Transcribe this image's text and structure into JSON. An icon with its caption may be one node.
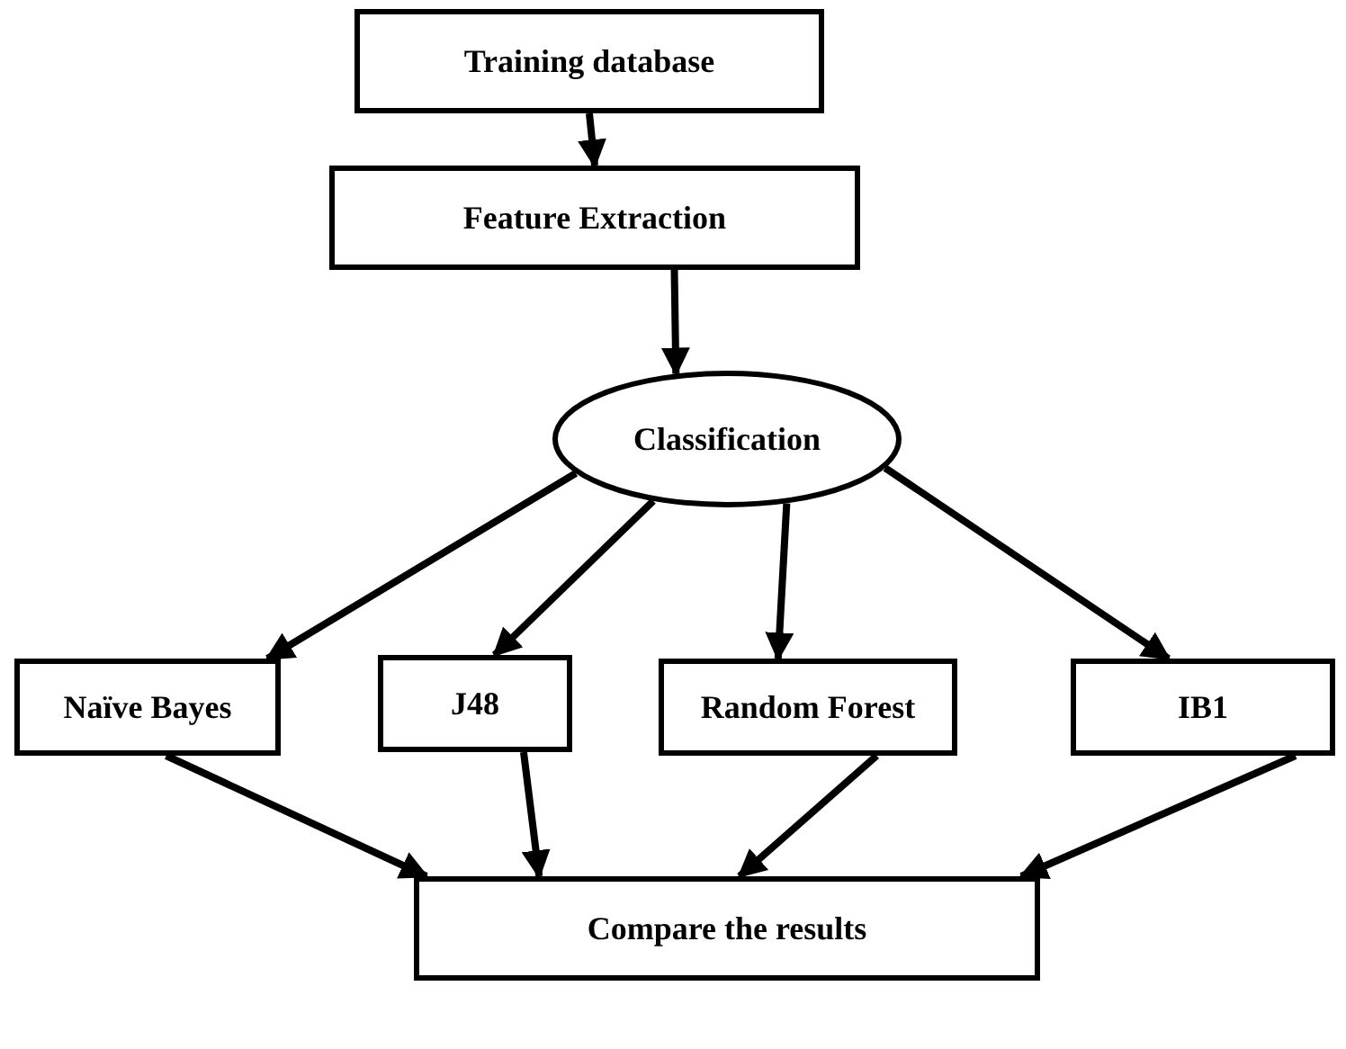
{
  "diagram": {
    "nodes": [
      {
        "text": [
          "Training database"
        ]
      },
      {
        "text": [
          "Feature Extraction"
        ]
      },
      {
        "text": [
          "Classification"
        ]
      },
      {
        "text": [
          "Naïve Bayes"
        ]
      },
      {
        "text": [
          "J48"
        ]
      },
      {
        "text": [
          "Random Forest"
        ]
      },
      {
        "text": [
          "IB1"
        ]
      },
      {
        "text": [
          "Compare the results"
        ]
      }
    ],
    "edges": [
      {
        "from": 0,
        "to": 1,
        "arrow": "to"
      },
      {
        "from": 1,
        "to": 2,
        "arrow": "to"
      },
      {
        "from": 2,
        "to": 3,
        "arrow": "to"
      },
      {
        "from": 2,
        "to": 4,
        "arrow": "to"
      },
      {
        "from": 2,
        "to": 5,
        "arrow": "to"
      },
      {
        "from": 2,
        "to": 6,
        "arrow": "to"
      },
      {
        "from": 3,
        "to": 7,
        "arrow": "to"
      },
      {
        "from": 4,
        "to": 7,
        "arrow": "to"
      },
      {
        "from": 5,
        "to": 7,
        "arrow": "to"
      },
      {
        "from": 6,
        "to": 7,
        "arrow": "to"
      }
    ]
  }
}
